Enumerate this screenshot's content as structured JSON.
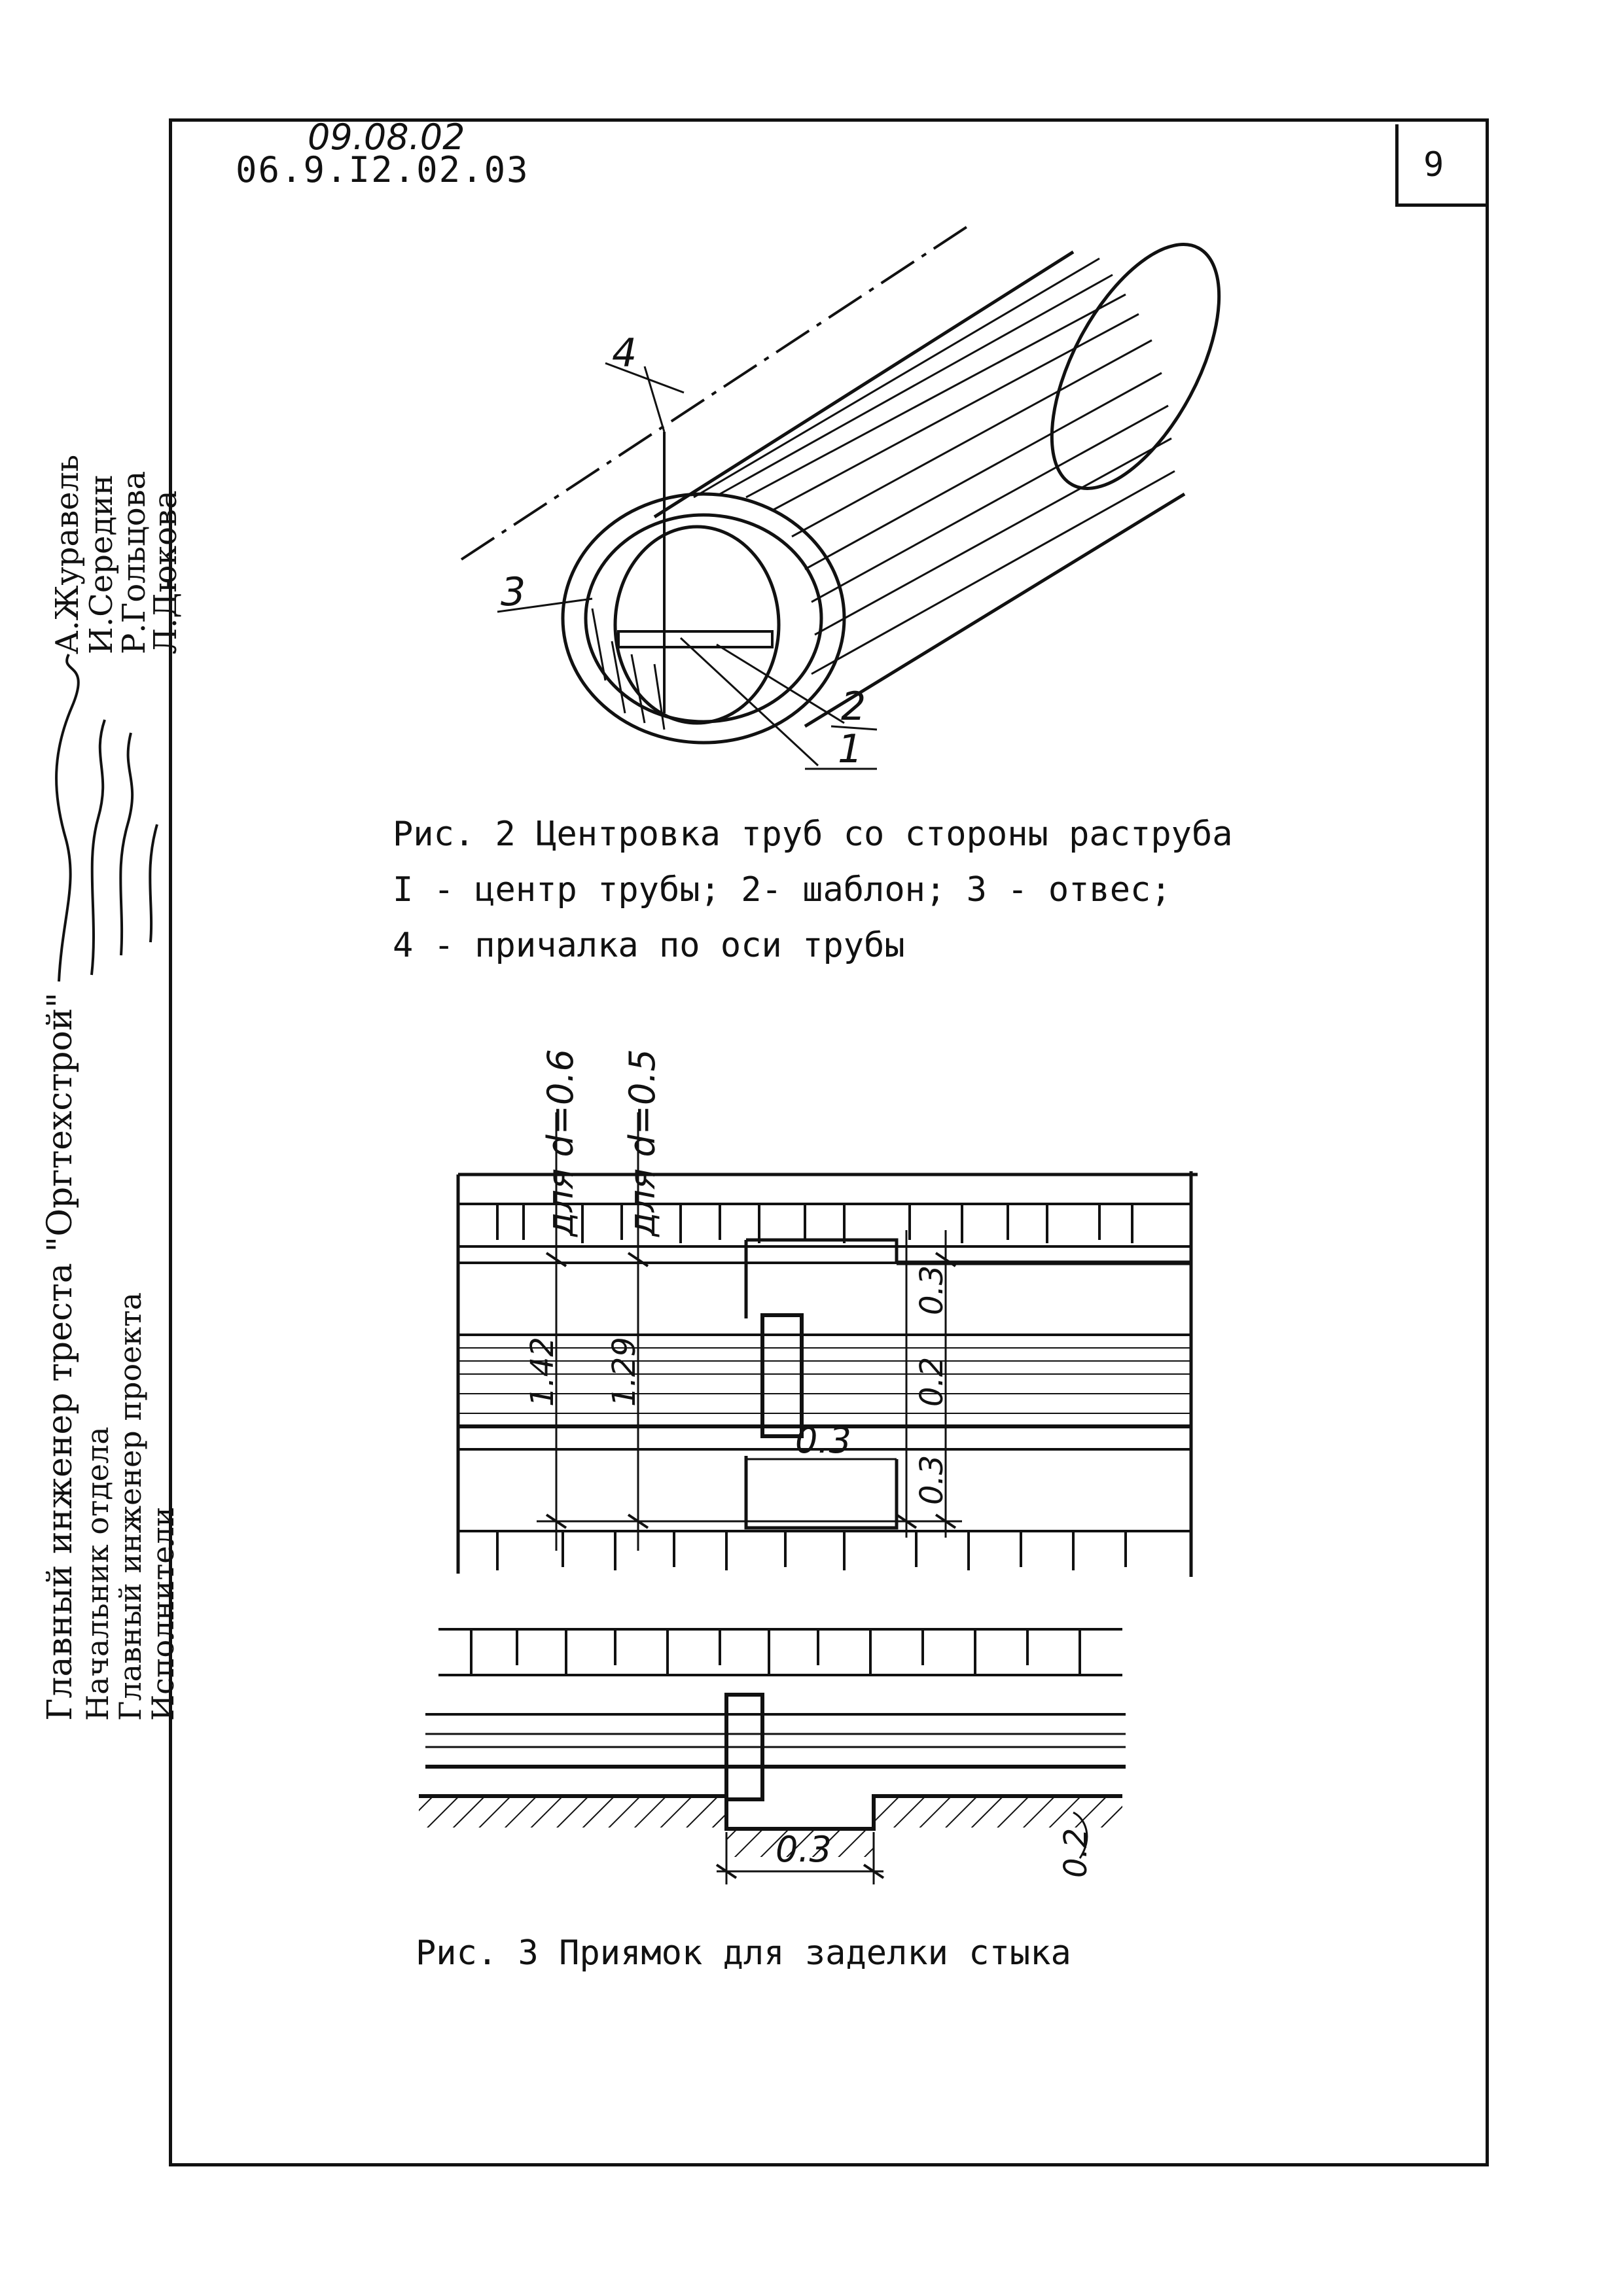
{
  "header": {
    "code_handwritten": "09.08.02",
    "code_printed": "06.9.I2.02.03",
    "page_number": "9"
  },
  "sidebar": {
    "title": "Главный инженер треста \"Оргтехстрой\"",
    "roles": [
      "Начальник отдела",
      "Главный инженер проекта",
      "Исполнители"
    ],
    "names": [
      "А.Журавель",
      "И.Середин",
      "Р.Гольцова",
      "Л.Дюкова"
    ]
  },
  "figure2": {
    "labels": [
      "1",
      "2",
      "3",
      "4"
    ],
    "caption_title": "Рис. 2  Центровка труб со стороны раструба",
    "caption_line1": "I - центр трубы; 2- шаблон; 3 - отвес;",
    "caption_line2": "4 - причалка по оси трубы"
  },
  "figure3": {
    "label_d06": "для d=0.6",
    "label_d05": "для d=0.5",
    "dim_142": "1.42",
    "dim_129": "1.29",
    "dim_03_top": "0.3",
    "dim_02": "0.2",
    "dim_03_bottom": "0.3",
    "dim_03_mid": "0.3",
    "dim_03_trench": "0.3",
    "dim_02_trench": "0.2",
    "caption": "Рис. 3 Приямок для заделки стыка"
  }
}
